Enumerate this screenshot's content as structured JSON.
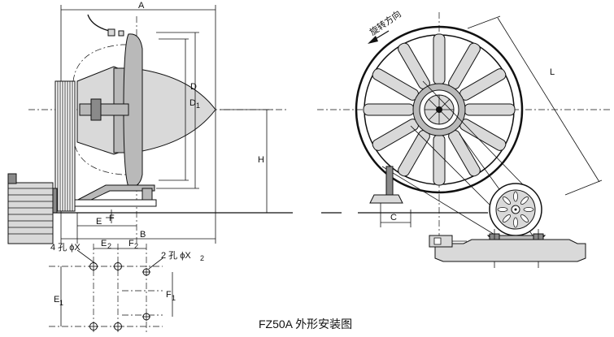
{
  "caption": "FZ50A 外形安装图",
  "left_view": {
    "dims": {
      "A": "A",
      "B": "B",
      "E": "E",
      "F": "F",
      "E2": "E",
      "E2_sub": "2",
      "F2": "F",
      "F2_sub": "2",
      "D": "D",
      "D1": "D",
      "D1_sub": "1",
      "H": "H"
    }
  },
  "hole_plan": {
    "holes_4": "4 孔 ϕX",
    "holes_2": "2 孔 ϕX",
    "holes_2_sub": "2",
    "E1": "E",
    "E1_sub": "1",
    "F1": "F",
    "F1_sub": "1"
  },
  "right_view": {
    "rotation_label": "旋转方向",
    "L": "L",
    "C": "C"
  }
}
